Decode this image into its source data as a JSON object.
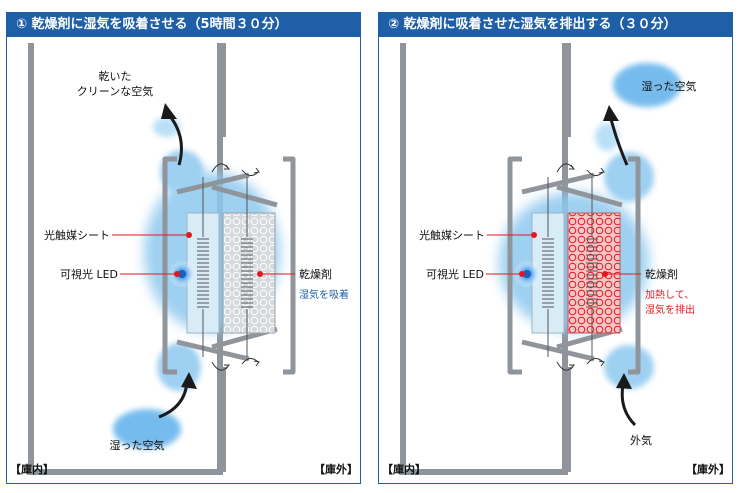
{
  "panels": [
    {
      "title": "① 乾燥剤に湿気を吸着させる（5時間３０分）",
      "labels": {
        "top_air_line1": "乾いた",
        "top_air_line2": "クリーンな空気",
        "sheet": "光触媒シート",
        "led": "可視光 LED",
        "desiccant": "乾燥剤",
        "desiccant_note_line1": "湿気を吸着",
        "bottom_air": "湿った空気",
        "inside": "【庫内】",
        "outside": "【庫外】"
      }
    },
    {
      "title": "② 乾燥剤に吸着させた湿気を排出する（３０分）",
      "labels": {
        "top_air": "湿った空気",
        "sheet": "光触媒シート",
        "led": "可視光 LED",
        "desiccant": "乾燥剤",
        "desiccant_note_line1": "加熱して、",
        "desiccant_note_line2": "湿気を排出",
        "bottom_air": "外気",
        "inside": "【庫内】",
        "outside": "【庫外】"
      }
    }
  ],
  "colors": {
    "header": "#1f5fa8",
    "cabinet": "#8f959b",
    "airflow": "#8dc8ef",
    "desiccant_absorb": "#cfd4d8",
    "desiccant_heat": "#f2a3a6",
    "pointer_red": "#e0191e",
    "note_blue": "#1f5fa8",
    "note_red": "#e0191e"
  },
  "icons": [
    "airflow-arrow-icon",
    "led-glow-icon",
    "heater-coil-icon",
    "vent-flap-arrow-icon"
  ]
}
